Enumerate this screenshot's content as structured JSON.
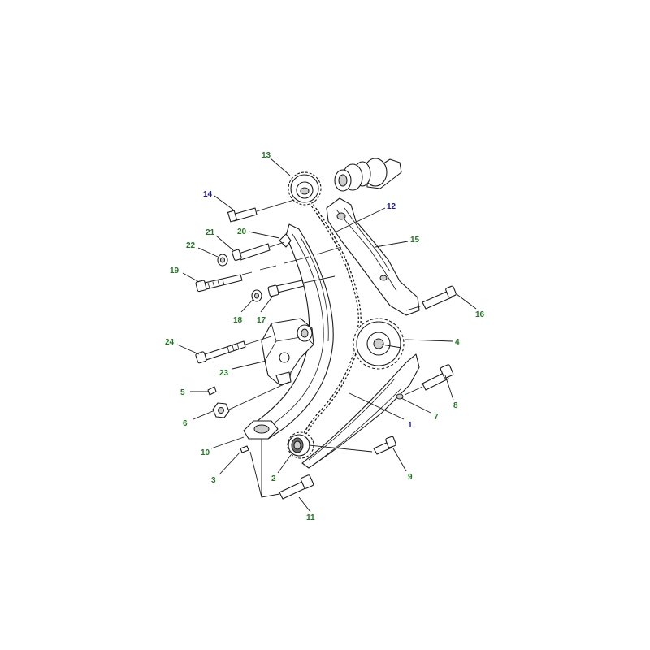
{
  "diagram": {
    "colors": {
      "callout_green": "#1f7a1f",
      "callout_blue": "#1a1aa6",
      "line": "#1a1a1a"
    },
    "callouts": [
      {
        "id": "c1",
        "label": "1",
        "color": "blue"
      },
      {
        "id": "c2",
        "label": "2",
        "color": "green"
      },
      {
        "id": "c3",
        "label": "3",
        "color": "green"
      },
      {
        "id": "c4",
        "label": "4",
        "color": "green"
      },
      {
        "id": "c5",
        "label": "5",
        "color": "green"
      },
      {
        "id": "c6",
        "label": "6",
        "color": "green"
      },
      {
        "id": "c7",
        "label": "7",
        "color": "green"
      },
      {
        "id": "c8",
        "label": "8",
        "color": "green"
      },
      {
        "id": "c9",
        "label": "9",
        "color": "green"
      },
      {
        "id": "c10",
        "label": "10",
        "color": "green"
      },
      {
        "id": "c11",
        "label": "11",
        "color": "green"
      },
      {
        "id": "c12",
        "label": "12",
        "color": "blue"
      },
      {
        "id": "c13",
        "label": "13",
        "color": "green"
      },
      {
        "id": "c14",
        "label": "14",
        "color": "blue"
      },
      {
        "id": "c15",
        "label": "15",
        "color": "green"
      },
      {
        "id": "c16",
        "label": "16",
        "color": "green"
      },
      {
        "id": "c17",
        "label": "17",
        "color": "green"
      },
      {
        "id": "c18",
        "label": "18",
        "color": "green"
      },
      {
        "id": "c19",
        "label": "19",
        "color": "green"
      },
      {
        "id": "c20",
        "label": "20",
        "color": "green"
      },
      {
        "id": "c21",
        "label": "21",
        "color": "green"
      },
      {
        "id": "c22",
        "label": "22",
        "color": "green"
      },
      {
        "id": "c23",
        "label": "23",
        "color": "green"
      },
      {
        "id": "c24",
        "label": "24",
        "color": "green"
      }
    ]
  }
}
